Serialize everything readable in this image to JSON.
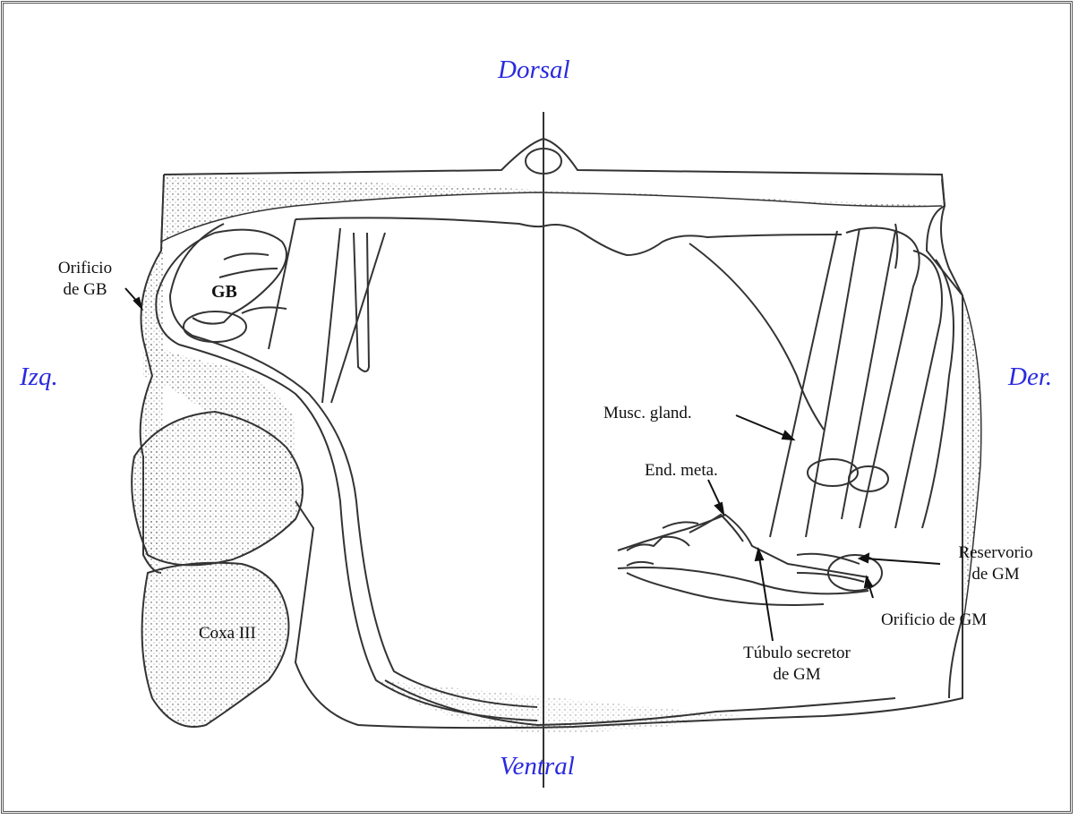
{
  "orientation": {
    "dorsal": "Dorsal",
    "ventral": "Ventral",
    "left": "Izq.",
    "right": "Der."
  },
  "labels": {
    "orificio_gb_line1": "Orificio",
    "orificio_gb_line2": "de GB",
    "gb": "GB",
    "musc_gland": "Musc. gland.",
    "end_meta": "End. meta.",
    "reservorio_line1": "Reservorio",
    "reservorio_line2": "de GM",
    "orificio_gm": "Orificio de GM",
    "tubulo_line1": "Túbulo secretor",
    "tubulo_line2": "de GM",
    "coxa": "Coxa III"
  },
  "colors": {
    "orientation_text": "#2a2ae0",
    "line_art": "#333333"
  }
}
